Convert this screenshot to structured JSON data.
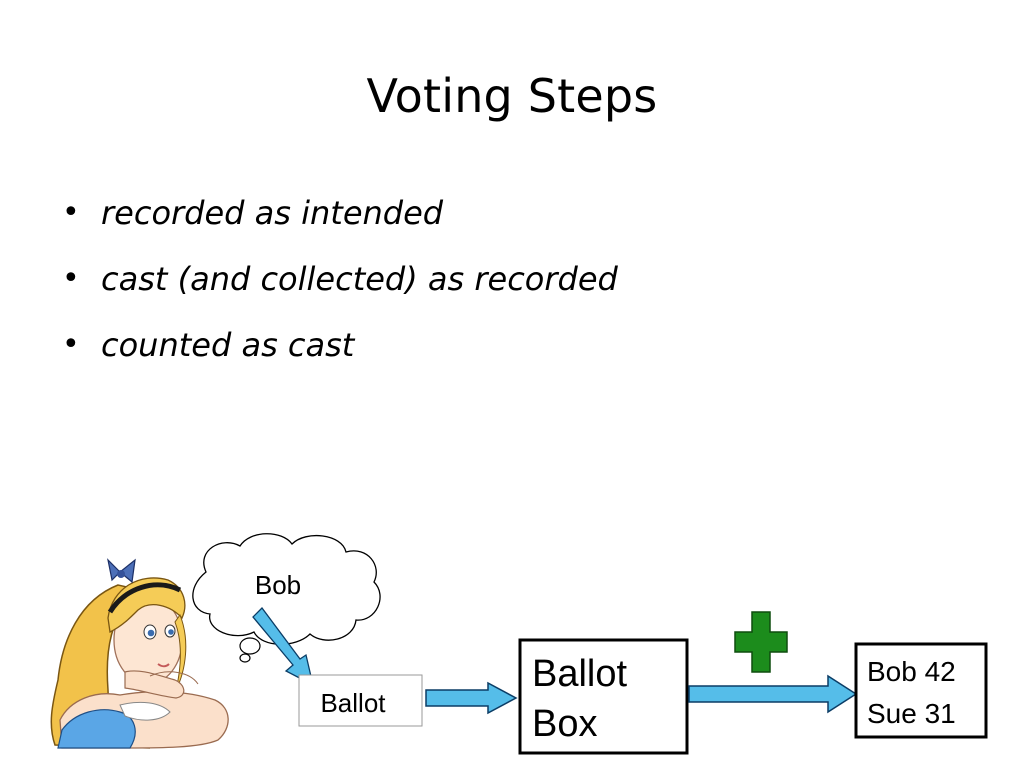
{
  "slide": {
    "title": "Voting Steps",
    "bullets": [
      "recorded as intended",
      "cast (and collected) as recorded",
      "counted as cast"
    ]
  },
  "diagram": {
    "thought_text": "Bob",
    "ballot_label": "Ballot",
    "ballot_box_line1": "Ballot",
    "ballot_box_line2": "Box",
    "tally_line1": "Bob 42",
    "tally_line2": "Sue 31"
  },
  "colors": {
    "arrow_fill": "#55bde9",
    "arrow_stroke": "#0b3d66",
    "plus_green": "#1c8c1c",
    "plus_stroke": "#0f4d0f"
  },
  "icons": {
    "voter": "girl-portrait-illustration",
    "plus": "plus-icon",
    "thought": "thought-cloud"
  }
}
